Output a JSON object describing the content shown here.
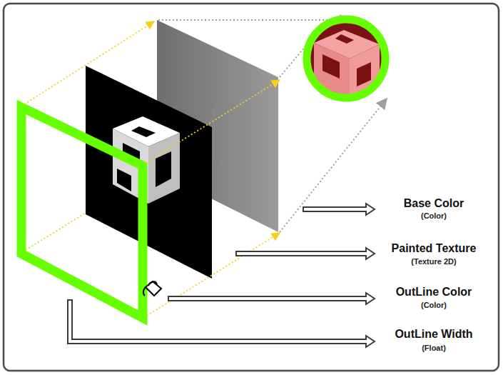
{
  "diagram": {
    "labels": [
      "Base Color",
      "(Color)",
      "Painted Texture",
      "(Texture 2D)",
      "OutLine Color",
      "(Color)",
      "OutLine Width",
      "(Float)"
    ]
  }
}
